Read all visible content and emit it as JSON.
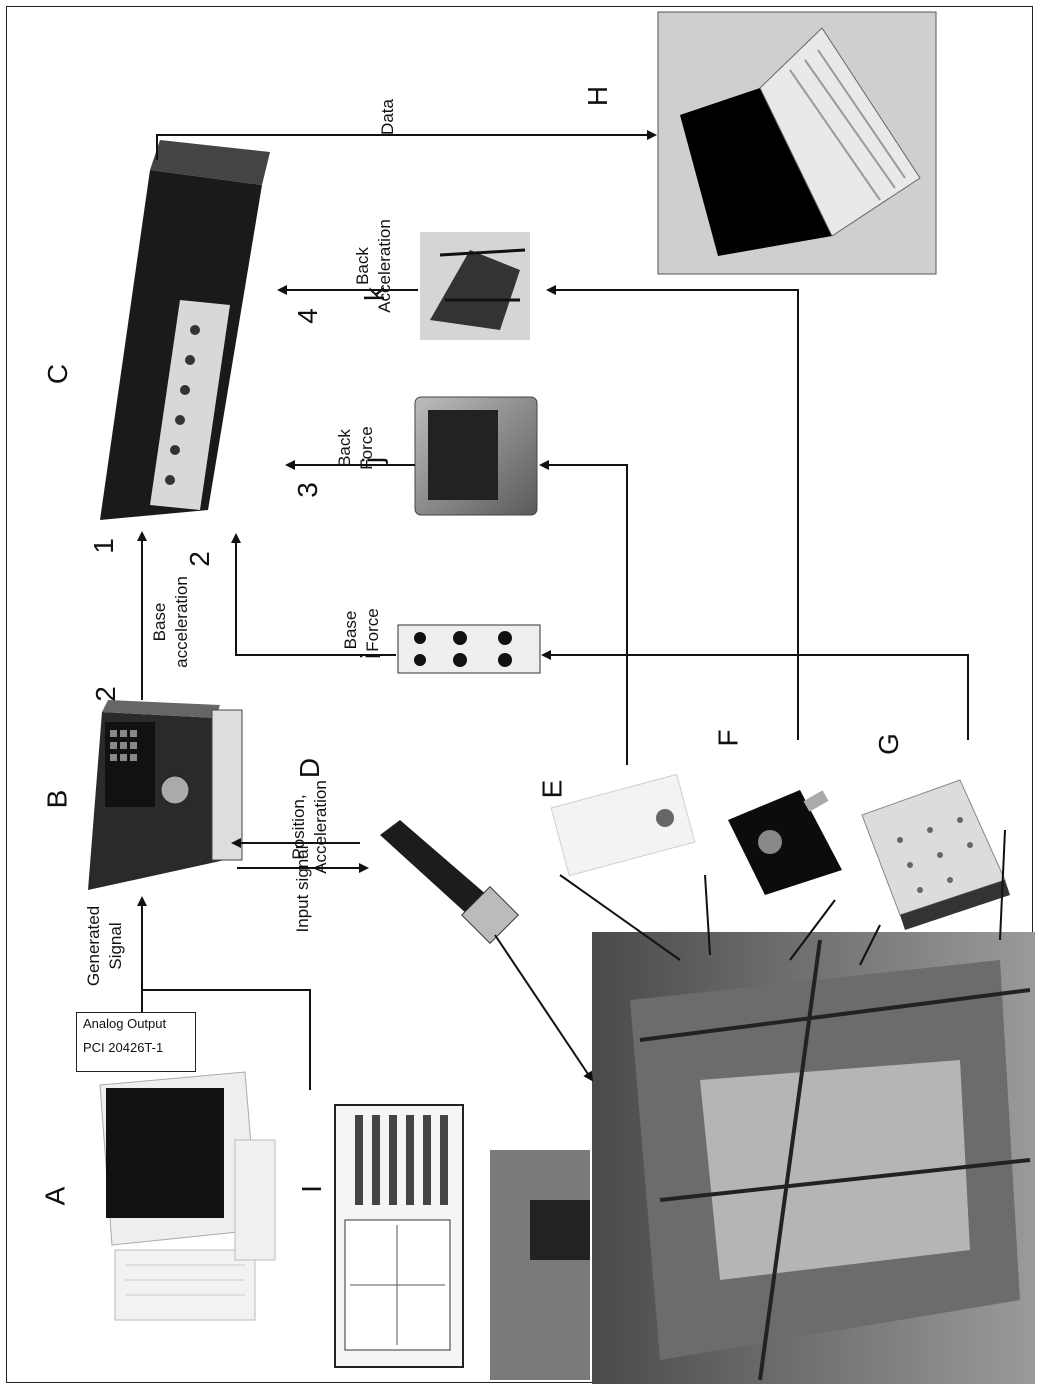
{
  "labels": {
    "A": "A",
    "B": "B",
    "C": "C",
    "D": "D",
    "E": "E",
    "F": "F",
    "G": "G",
    "H": "H",
    "I": "I",
    "i": "i",
    "j": "j",
    "k": "k"
  },
  "numbers": {
    "n1": "1",
    "n2a": "2",
    "n2b": "2",
    "n3": "3",
    "n4": "4"
  },
  "signals": {
    "data": "Data",
    "back_acceleration": "Back Acceleration",
    "back_force": "Back Force",
    "base_acceleration": "Base acceleration",
    "base_force": "Base Force",
    "position_acceleration": "Position, Acceleration",
    "input_signal": "Input signal",
    "generated_signal": "Generated Signal"
  },
  "daq_box": {
    "line1": "Analog Output",
    "line2": "PCI 20426T-1"
  }
}
